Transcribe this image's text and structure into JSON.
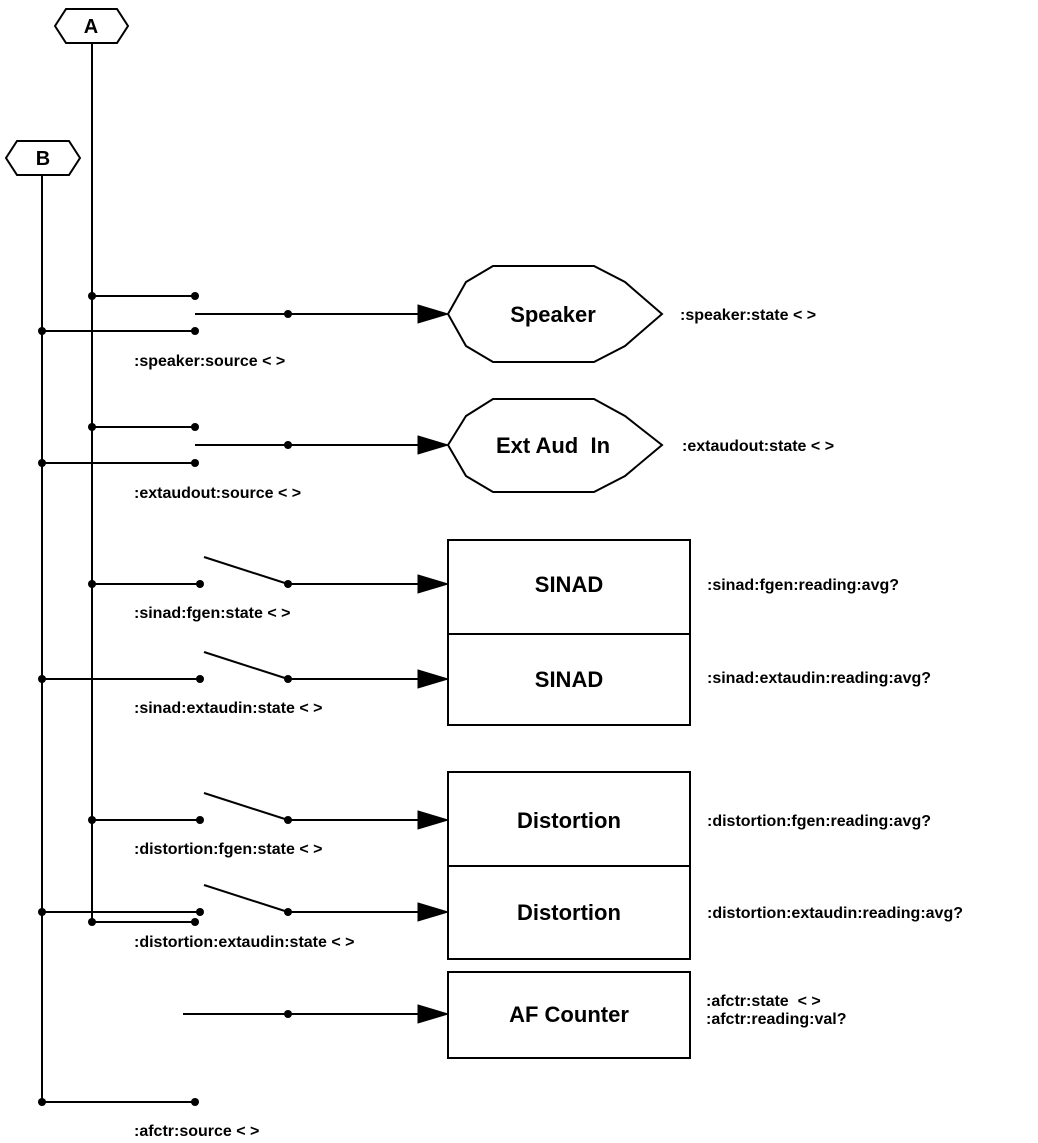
{
  "terminals": {
    "a": "A",
    "b": "B"
  },
  "blocks": {
    "speaker": "Speaker",
    "ext_aud_in": "Ext Aud  In",
    "sinad_fgen": "SINAD",
    "sinad_extaudin": "SINAD",
    "distortion_fgen": "Distortion",
    "distortion_extaudin": "Distortion",
    "af_counter": "AF Counter"
  },
  "commands": {
    "speaker_source": ":speaker:source < >",
    "speaker_state": ":speaker:state < >",
    "extaudout_source": ":extaudout:source < >",
    "extaudout_state": ":extaudout:state < >",
    "sinad_fgen_state": ":sinad:fgen:state < >",
    "sinad_fgen_reading": ":sinad:fgen:reading:avg?",
    "sinad_extaudin_state": ":sinad:extaudin:state < >",
    "sinad_extaudin_reading": ":sinad:extaudin:reading:avg?",
    "distortion_fgen_state": ":distortion:fgen:state < >",
    "distortion_fgen_reading": ":distortion:fgen:reading:avg?",
    "distortion_extaudin_state": ":distortion:extaudin:state < >",
    "distortion_extaudin_reading": ":distortion:extaudin:reading:avg?",
    "afctr_state": ":afctr:state  < >",
    "afctr_reading": ":afctr:reading:val?",
    "afctr_source": ":afctr:source < >"
  }
}
